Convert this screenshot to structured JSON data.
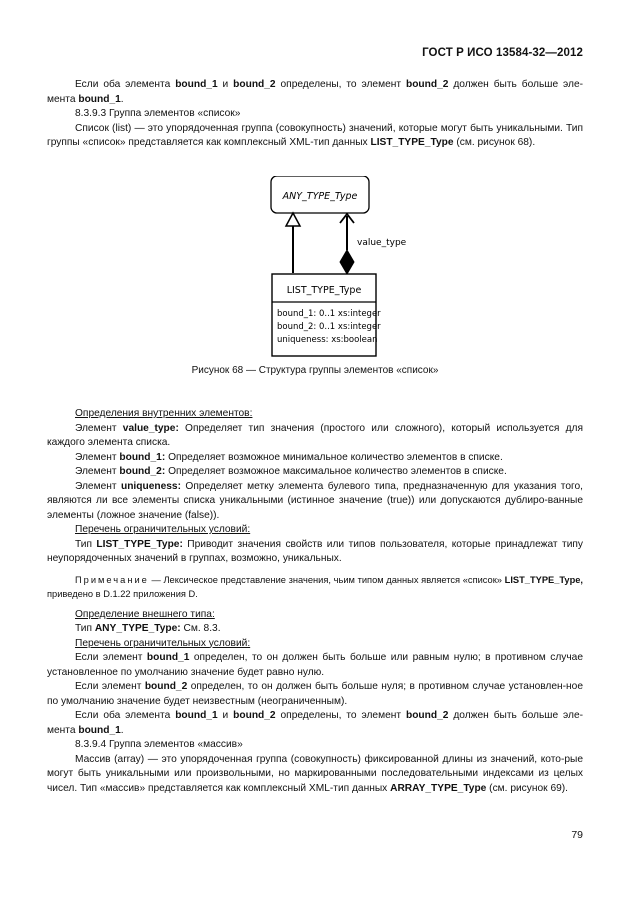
{
  "header": {
    "title": "ГОСТ Р ИСО 13584-32—2012"
  },
  "paragraphs": {
    "p1": [
      "Если оба элемента ",
      "bound_1",
      " и ",
      "bound_2",
      " определены, то элемент ",
      "bound_2",
      " должен быть больше эле-мента ",
      "bound_1",
      "."
    ],
    "p2": "8.3.9.3 Группа элементов «список»",
    "p3": "Список (list) — это упорядоченная группа (совокупность) значений, которые могут быть уникальными. Тип группы «список» представляется как комплексный XML-тип данных ",
    "p3_bold": "LIST_TYPE_Type",
    "p3_tail": " (см. рисунок 68)."
  },
  "figure": {
    "any_type_label": "ANY_TYPE_Type",
    "value_type_label": "value_type",
    "list_type_label": "LIST_TYPE_Type",
    "attributes": [
      "bound_1: 0..1 xs:integer",
      "bound_2: 0..1 xs:integer",
      "uniqueness: xs:boolean"
    ],
    "caption": "Рисунок 68 — Структура группы элементов «список»"
  },
  "section2": {
    "heading": "Определения внутренних элементов:",
    "e1_a": "Элемент ",
    "e1_b": "value_type:",
    "e1_c": " Определяет тип значения (простого или сложного), который используется для каждого элемента списка.",
    "e2_a": "Элемент ",
    "e2_b": "bound_1:",
    "e2_c": " Определяет возможное минимальное количество элементов в списке.",
    "e3_a": "Элемент ",
    "e3_b": "bound_2:",
    "e3_c": " Определяет возможное максимальное количество элементов в списке.",
    "e4_a": "Элемент ",
    "e4_b": "uniqueness:",
    "e4_c": " Определяет метку элемента булевого типа, предназначенную для указания того, являются ли все элементы списка уникальными (истинное значение (true)) или допускаются дублиро-ванные элементы (ложное значение (false)).",
    "restrictions_heading": "Перечень ограничительных условий:",
    "r1_a": "Тип ",
    "r1_b": "LIST_TYPE_Type:",
    "r1_c": " Приводит значения свойств или типов пользователя, которые принадлежат типу неупорядоченных значений в группах, возможно, уникальных."
  },
  "note": {
    "label": "Примечание",
    "text": " — Лексическое представление значения, чьим типом данных является «список» ",
    "bold": "LIST_TYPE_Type,",
    "tail": " приведено в D.1.22 приложения D."
  },
  "section3": {
    "heading": "Определение внешнего типа:",
    "t_a": "Тип ",
    "t_b": "ANY_TYPE_Type:",
    "t_c": " См. 8.3.",
    "restrictions_heading": "Перечень ограничительных условий:",
    "c1_a": "Если элемент ",
    "c1_b": "bound_1",
    "c1_c": " определен, то он должен быть больше или равным нулю; в противном случае установленное по умолчанию значение будет равно нулю.",
    "c2_a": "Если элемент ",
    "c2_b": "bound_2",
    "c2_c": " определен, то он должен быть больше нуля; в противном случае установлен-ное по умолчанию значение будет неизвестным (неограниченным).",
    "c3": [
      "Если оба элемента ",
      "bound_1",
      " и ",
      "bound_2",
      " определены, то элемент ",
      "bound_2",
      " должен быть больше эле-мента ",
      "bound_1",
      "."
    ],
    "s394": "8.3.9.4 Группа элементов «массив»",
    "arr_a": "Массив (array) — это упорядоченная группа (совокупность) фиксированной длины из значений, кото-рые могут быть уникальными или произвольными, но маркированными последовательными индексами из целых чисел. Тип «массив» представляется как комплексный XML-тип данных ",
    "arr_b": "ARRAY_TYPE_Type",
    "arr_c": " (см. рисунок 69)."
  },
  "footer": {
    "page_number": "79"
  }
}
